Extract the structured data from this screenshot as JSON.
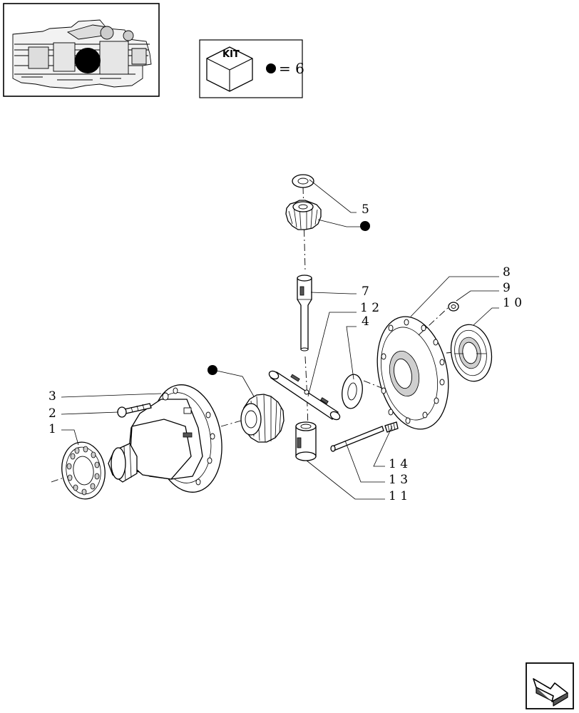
{
  "kit_box": {
    "kit_label": "KIT",
    "dot_equals": "= 6"
  },
  "callouts": [
    {
      "id": "c1",
      "text": "1"
    },
    {
      "id": "c2",
      "text": "2"
    },
    {
      "id": "c3",
      "text": "3"
    },
    {
      "id": "c4",
      "text": "4"
    },
    {
      "id": "c5",
      "text": "5"
    },
    {
      "id": "c7",
      "text": "7"
    },
    {
      "id": "c8",
      "text": "8"
    },
    {
      "id": "c9",
      "text": "9"
    },
    {
      "id": "c10",
      "text": "1 0"
    },
    {
      "id": "c11",
      "text": "1 1"
    },
    {
      "id": "c12",
      "text": "1 2"
    },
    {
      "id": "c13",
      "text": "1 3"
    },
    {
      "id": "c14",
      "text": "1 4"
    }
  ],
  "icons": {
    "thumbnail": "transmission-overview-icon",
    "kit": "kit-box-icon",
    "kit_dot": "kit-dot-icon",
    "nav": "next-page-arrow-icon"
  }
}
